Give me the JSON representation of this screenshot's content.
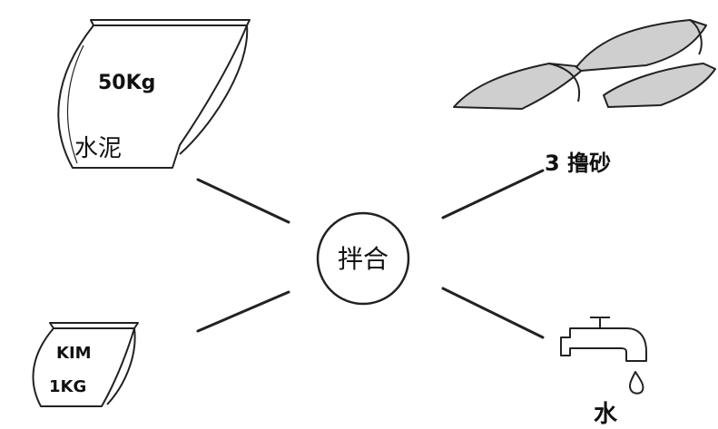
{
  "center": {
    "label": "拌合"
  },
  "cement_bag": {
    "weight": "50Kg",
    "name": "水泥"
  },
  "sand": {
    "label": "3 撸砂"
  },
  "small_bag": {
    "line1": "KIM",
    "line2": "1KG"
  },
  "water": {
    "label": "水"
  },
  "colors": {
    "ink": "#111111",
    "sand_fill": "#cfcfcf",
    "background": "#ffffff"
  }
}
